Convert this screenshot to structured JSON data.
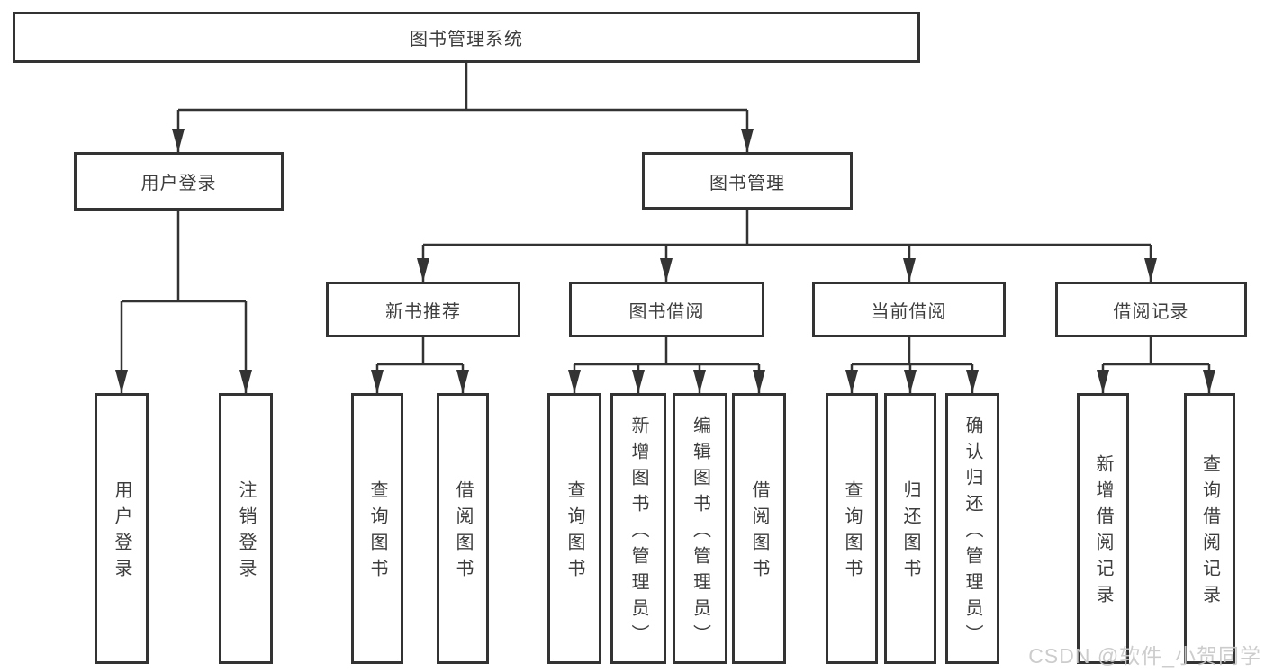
{
  "diagram": {
    "root": {
      "label": "图书管理系统"
    },
    "level2": [
      {
        "label": "用户登录",
        "children": [
          {
            "label": "用户登录"
          },
          {
            "label": "注销登录"
          }
        ]
      },
      {
        "label": "图书管理",
        "sections": [
          {
            "label": "新书推荐",
            "children": [
              {
                "label": "查询图书"
              },
              {
                "label": "借阅图书"
              }
            ]
          },
          {
            "label": "图书借阅",
            "children": [
              {
                "label": "查询图书"
              },
              {
                "label": "新增图书（管理员）"
              },
              {
                "label": "编辑图书（管理员）"
              },
              {
                "label": "借阅图书"
              }
            ]
          },
          {
            "label": "当前借阅",
            "children": [
              {
                "label": "查询图书"
              },
              {
                "label": "归还图书"
              },
              {
                "label": "确认归还（管理员）"
              }
            ]
          },
          {
            "label": "借阅记录",
            "children": [
              {
                "label": "新增借阅记录"
              },
              {
                "label": "查询借阅记录"
              }
            ]
          }
        ]
      }
    ]
  },
  "watermark": {
    "text": "CSDN @软件_小贺同学"
  },
  "colors": {
    "line": "#333333",
    "box_border": "#333333",
    "box_fill": "#ffffff",
    "text": "#3d3d3d",
    "watermark": "#c9c9c9",
    "background": "#ffffff"
  }
}
